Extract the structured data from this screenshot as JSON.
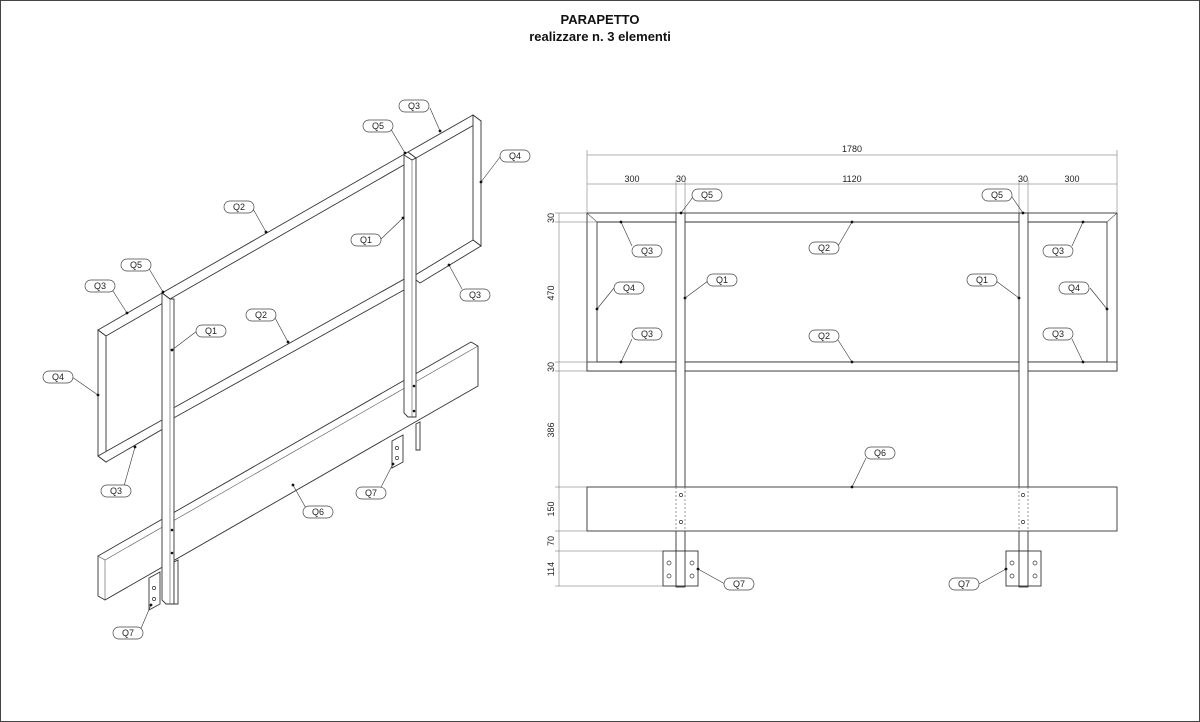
{
  "drawing": {
    "title": "PARAPETTO",
    "subtitle": "realizzare n. 3 elementi"
  },
  "dimensions": {
    "overall_width": "1780",
    "overhang_left": "300",
    "post_left": "30",
    "span": "1120",
    "post_right": "30",
    "overhang_right": "300",
    "top_rail": "30",
    "frame_gap": "470",
    "bottom_rail": "30",
    "gap_to_board": "386",
    "toe_board": "150",
    "board_to_plate": "70",
    "base_plate": "114"
  },
  "labels": {
    "q1": "Q1",
    "q2": "Q2",
    "q3": "Q3",
    "q4": "Q4",
    "q5": "Q5",
    "q6": "Q6",
    "q7": "Q7"
  }
}
